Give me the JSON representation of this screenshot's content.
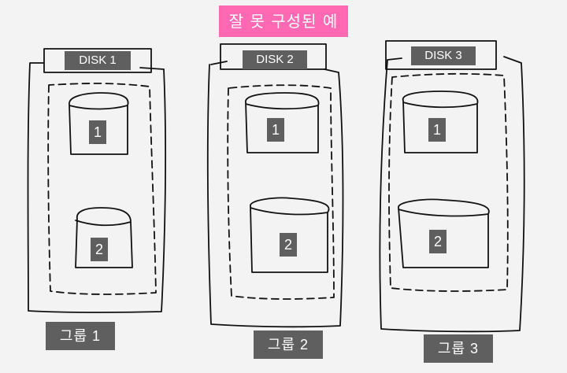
{
  "title": "잘 못 구성된 예",
  "disks": [
    {
      "label": "DISK 1",
      "slots": [
        "1",
        "2"
      ],
      "group": "그룹 1"
    },
    {
      "label": "DISK 2",
      "slots": [
        "1",
        "2"
      ],
      "group": "그룹 2"
    },
    {
      "label": "DISK 3",
      "slots": [
        "1",
        "2"
      ],
      "group": "그룹 3"
    }
  ]
}
